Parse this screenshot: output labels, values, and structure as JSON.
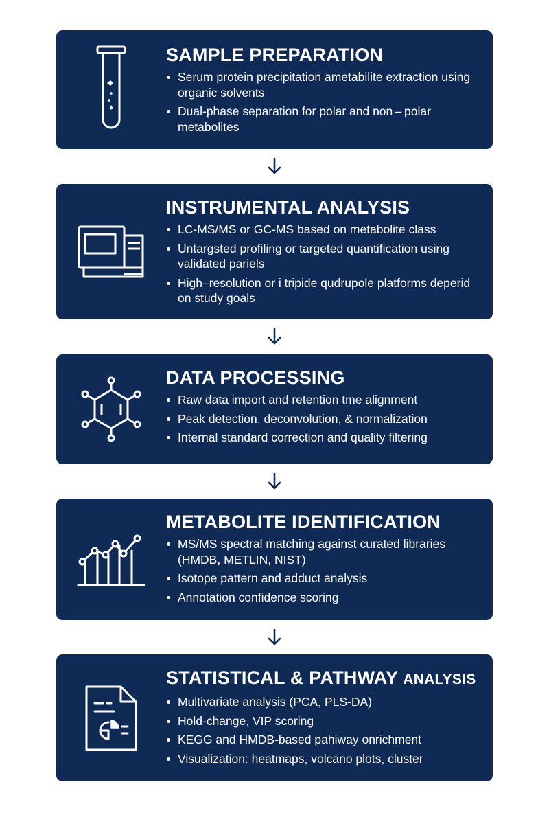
{
  "steps": [
    {
      "title": "SAMPLE PREPARATION",
      "icon": "test-tube-icon",
      "bullets": [
        "Serum protein precipitation ametabilite extraction using organic solvents",
        "Dual-phase separation for polar and non – polar metabolites"
      ]
    },
    {
      "title": "INSTRUMENTAL ANALYSIS",
      "icon": "instrument-icon",
      "bullets": [
        "LC-MS/MS or GC-MS based on metabolite class",
        "Untargsted profiling or targeted quantification using validated pariels",
        "High–resolution or i tripide qudrupole platforms deperid on study goals"
      ]
    },
    {
      "title": "DATA PROCESSING",
      "icon": "molecule-hexagon-icon",
      "bullets": [
        "Raw data import and retention tme alignment",
        "Peak detection, deconvolution, & normalization",
        "Internal standard correction and quality filtering"
      ]
    },
    {
      "title": "METABOLITE IDENTIFICATION",
      "icon": "spectrum-chart-icon",
      "bullets": [
        "MS/MS spectral matching against curated libraries (HMDB, METLIN, NIST)",
        "Isotope pattern and adduct analysis",
        "Annotation confidence scoring"
      ]
    },
    {
      "title": "STATISTICAL & PATHWAY",
      "title_suffix": "ANALYSIS",
      "icon": "report-document-icon",
      "bullets": [
        "Multivariate analysis (PCA, PLS-DA)",
        "Hold-change, VIP scoring",
        "KEGG and HMDB-based pahiway onrichment",
        "Visualization: heatmaps, volcano plots, cluster"
      ]
    }
  ],
  "colors": {
    "card_background": "#0e2a55",
    "arrow": "#0e2a55",
    "text": "#ffffff"
  }
}
